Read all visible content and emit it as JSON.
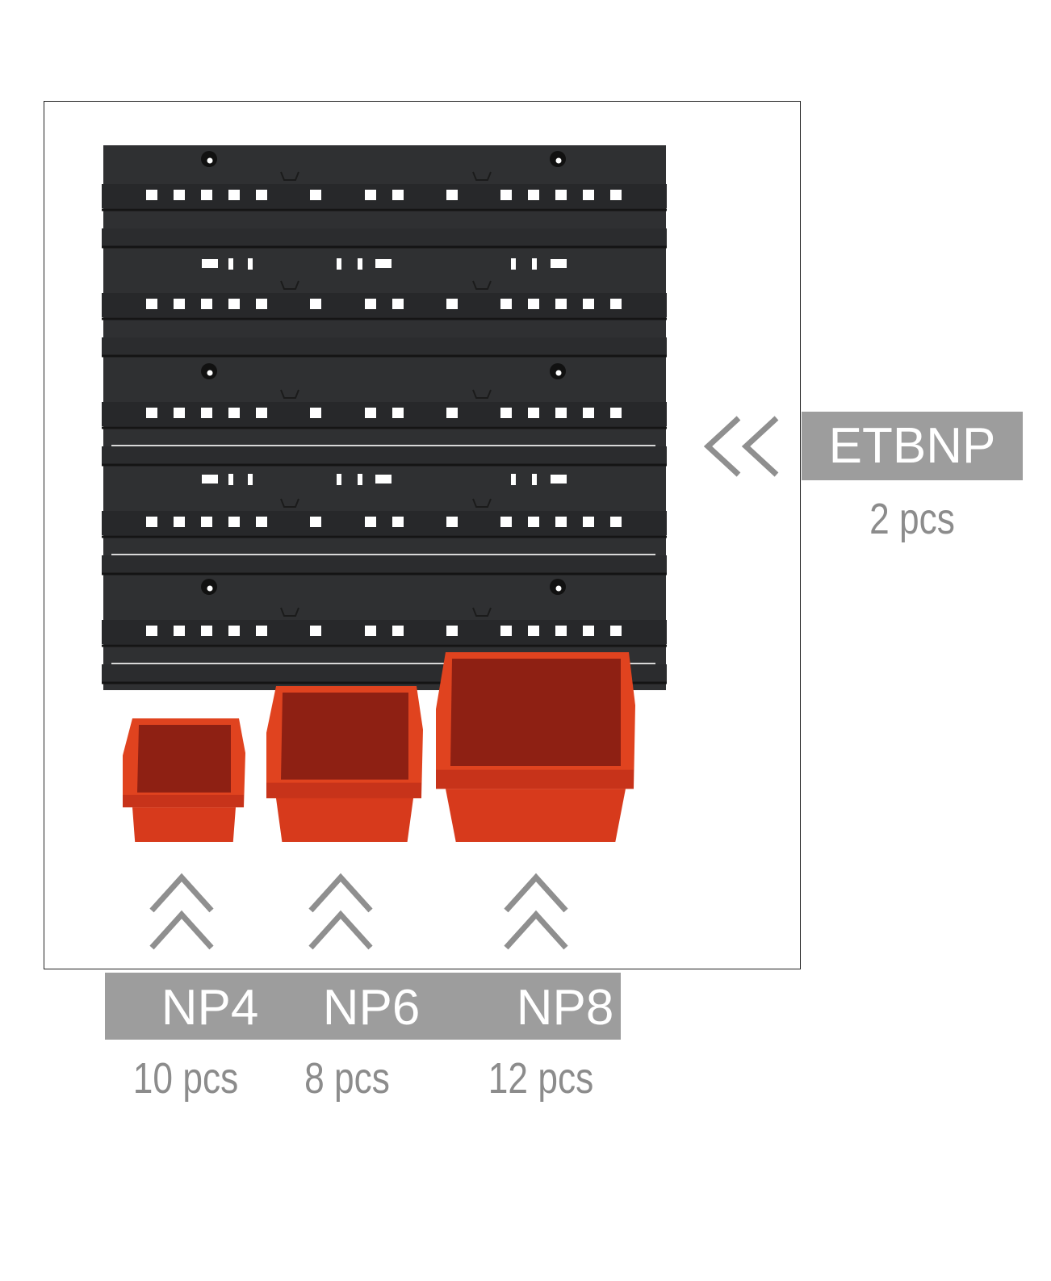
{
  "panel": {
    "name": "ETBNP",
    "quantity": "2 pcs"
  },
  "bins": [
    {
      "name": "NP4",
      "quantity": "10 pcs"
    },
    {
      "name": "NP6",
      "quantity": "8 pcs"
    },
    {
      "name": "NP8",
      "quantity": "12 pcs"
    }
  ],
  "colors": {
    "panel": "#2f3032",
    "bin": "#d73a1c",
    "bin_inner": "#8e2013",
    "label_bg": "#9d9d9d",
    "label_text": "#8c8c8c"
  }
}
